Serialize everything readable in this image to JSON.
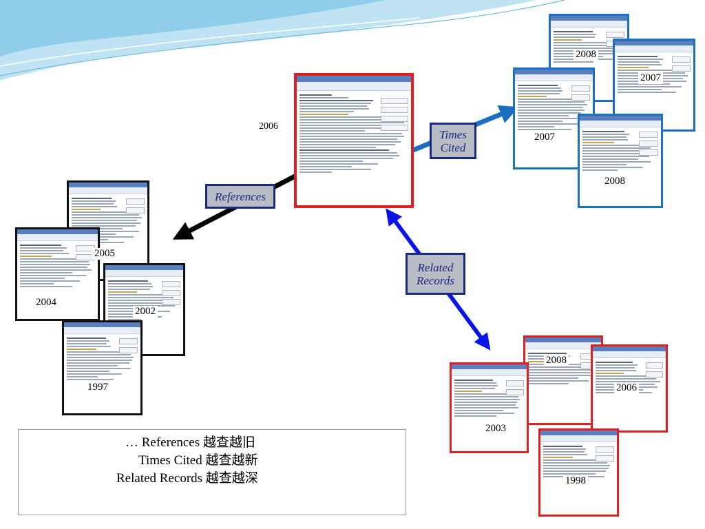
{
  "center": {
    "year": "2006"
  },
  "labels": {
    "references": "References",
    "times_cited": [
      "Times",
      "Cited"
    ],
    "related_records": [
      "Related",
      "Records"
    ]
  },
  "references_group": {
    "years": [
      "2005",
      "2004",
      "2002",
      "1997"
    ]
  },
  "times_cited_group": {
    "years": [
      "2008",
      "2007",
      "2007",
      "2008"
    ]
  },
  "related_group": {
    "years": [
      "2008",
      "2006",
      "2003",
      "1998"
    ]
  },
  "caption": {
    "lines": [
      "… References 越查越旧",
      "Times Cited 越查越新",
      "Related Records 越查越深"
    ]
  },
  "colors": {
    "references_border": "#111111",
    "times_cited_border": "#1a6fc0",
    "related_border": "#e02020",
    "arrow_references": "#000000",
    "arrow_times_cited": "#1a6fc0",
    "arrow_related": "#0a14e6",
    "label_fill": "#b8bcc4",
    "label_text": "#1a2a80"
  }
}
